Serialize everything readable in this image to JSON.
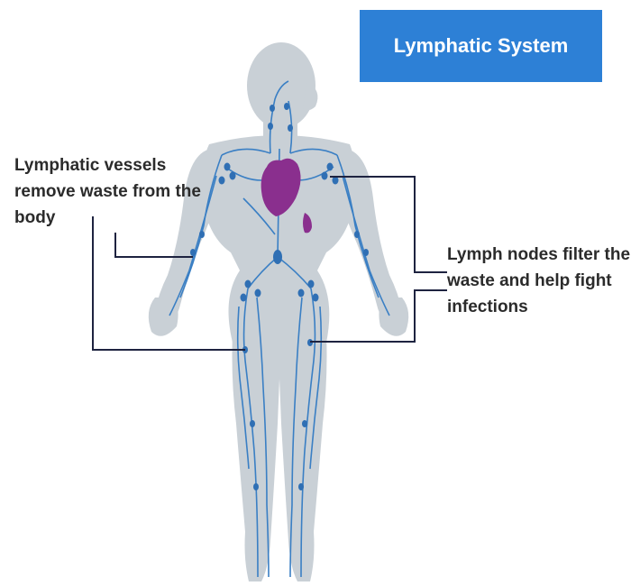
{
  "title": "Lymphatic System",
  "labels": {
    "vessels": "Lymphatic vessels remove waste from the body",
    "nodes": "Lymph nodes filter the waste and help fight infections"
  },
  "colors": {
    "title_bg": "#2d80d6",
    "body_silhouette": "#c9d0d6",
    "lymph_vessel": "#3a7fc4",
    "lymph_node": "#2f6fb4",
    "heart": "#8a2f8e",
    "leader_line": "#1e2340"
  }
}
